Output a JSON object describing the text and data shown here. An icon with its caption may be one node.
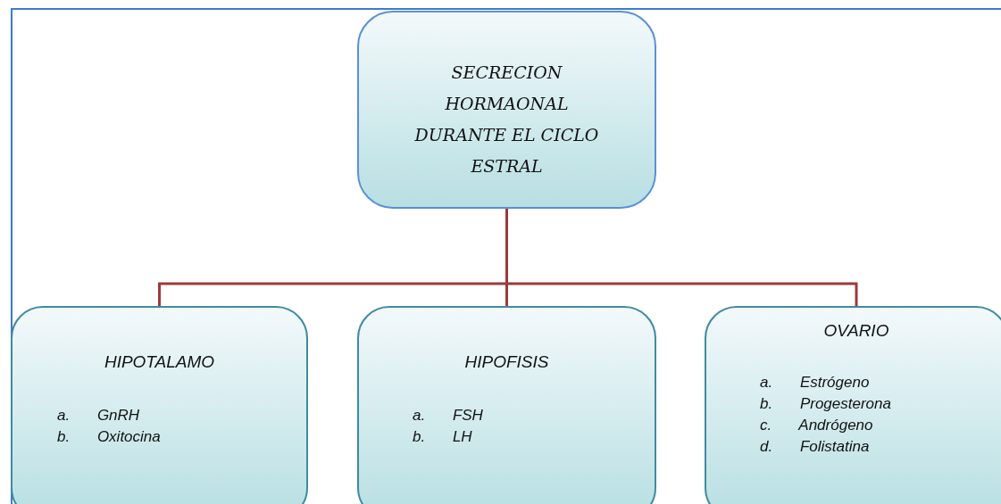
{
  "diagram": {
    "nodes": [
      {
        "text": [
          "SECRECION HORMAONAL DURANTE EL CICLO ESTRAL"
        ]
      },
      {
        "text": [
          "HIPOTALAMO",
          "a. GnRH",
          "b. Oxitocina"
        ]
      },
      {
        "text": [
          "HIPOFISIS",
          "a. FSH",
          "b. LH"
        ]
      },
      {
        "text": [
          "OVARIO",
          "a. Estrógeno",
          "b. Progesterona",
          "c. Andrógeno",
          "d. Folistatina"
        ]
      }
    ],
    "edges": [
      {
        "from": 0,
        "to": 1,
        "arrow": "none"
      },
      {
        "from": 0,
        "to": 2,
        "arrow": "none"
      },
      {
        "from": 0,
        "to": 3,
        "arrow": "none"
      }
    ]
  }
}
